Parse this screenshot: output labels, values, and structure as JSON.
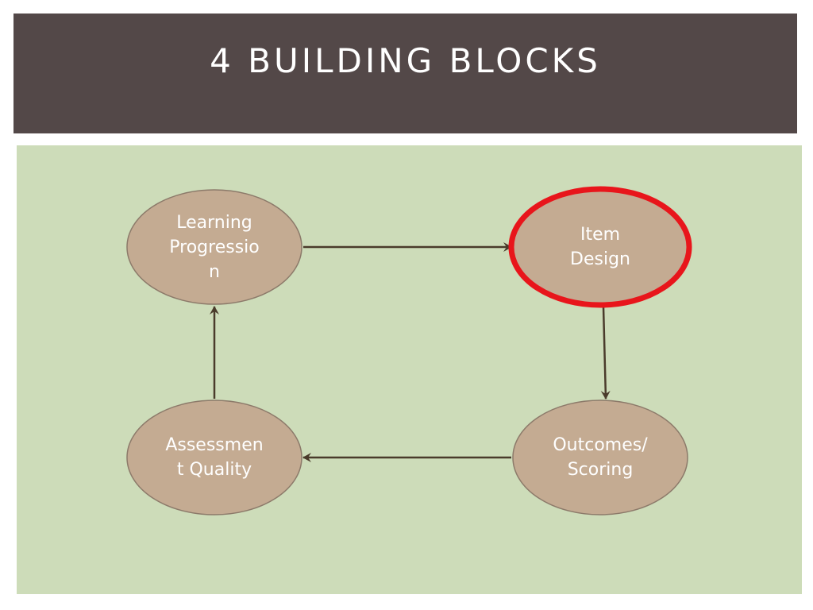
{
  "slide": {
    "title": "4 BUILDING BLOCKS"
  },
  "diagram": {
    "colors": {
      "node_fill": "#c4ab92",
      "node_stroke": "#8c7a6a",
      "highlight_stroke": "#e8151b",
      "arrow": "#4a3b2b",
      "panel": "#cddcb9",
      "title_bar": "#534848"
    },
    "nodes": [
      {
        "id": "learning_progression",
        "lines": [
          "Learning",
          "Progressio",
          "n"
        ],
        "highlighted": false
      },
      {
        "id": "item_design",
        "lines": [
          "Item",
          "Design"
        ],
        "highlighted": true
      },
      {
        "id": "outcomes_scoring",
        "lines": [
          "Outcomes/",
          "Scoring"
        ],
        "highlighted": false
      },
      {
        "id": "assessment_quality",
        "lines": [
          "Assessmen",
          "t Quality"
        ],
        "highlighted": false
      }
    ],
    "edges": [
      {
        "from": "learning_progression",
        "to": "item_design"
      },
      {
        "from": "item_design",
        "to": "outcomes_scoring"
      },
      {
        "from": "outcomes_scoring",
        "to": "assessment_quality"
      },
      {
        "from": "assessment_quality",
        "to": "learning_progression"
      }
    ]
  }
}
